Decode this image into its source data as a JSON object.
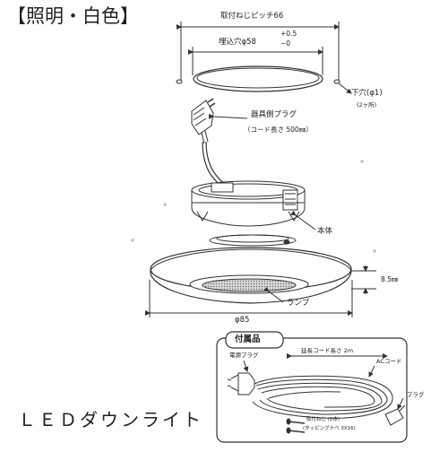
{
  "header": {
    "title": "【照明・白色】"
  },
  "dimensions": {
    "mount_pitch": "取付ねじピッチ66",
    "cutout": "埋込穴φ58",
    "tol_plus": "+0.5",
    "tol_minus": "−0",
    "pilot_hole": "下穴(φ1)",
    "pilot_count": "(2ヶ所)",
    "height": "8.5㎜",
    "diameter": "φ85"
  },
  "parts": {
    "plug_label": "器具側プラグ",
    "cord_length": "（コード長さ 500㎜）",
    "body": "本体",
    "lamp": "ランプ"
  },
  "accessories": {
    "heading": "付属品",
    "ext_cord": "延長コード長さ 2m",
    "power_plug": "電源プラグ",
    "ac_cord": "ACコード",
    "plug": "プラグ",
    "screws": "取付ねじ (2本)",
    "screw_spec": "(タッピングナベ 3X16)"
  },
  "footer": {
    "product_name": "ＬＥＤダウンライト"
  }
}
